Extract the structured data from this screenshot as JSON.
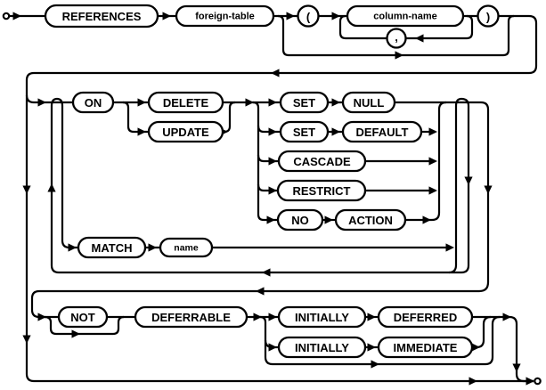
{
  "diagram": {
    "kind": "railroad-syntax-diagram",
    "colors": {
      "line": "#000000",
      "background": "#ffffff",
      "text": "#000000"
    },
    "row1": {
      "references": "REFERENCES",
      "foreign_table": "foreign-table",
      "open_paren": "(",
      "column_name": "column-name",
      "comma": ",",
      "close_paren": ")"
    },
    "on_clause": {
      "on": "ON",
      "delete": "DELETE",
      "update": "UPDATE",
      "set1": "SET",
      "null1": "NULL",
      "set2": "SET",
      "default1": "DEFAULT",
      "cascade": "CASCADE",
      "restrict": "RESTRICT",
      "no": "NO",
      "action": "ACTION"
    },
    "match_clause": {
      "match": "MATCH",
      "name": "name"
    },
    "defer_clause": {
      "not": "NOT",
      "deferrable": "DEFERRABLE",
      "initially1": "INITIALLY",
      "deferred": "DEFERRED",
      "initially2": "INITIALLY",
      "immediate": "IMMEDIATE"
    }
  }
}
